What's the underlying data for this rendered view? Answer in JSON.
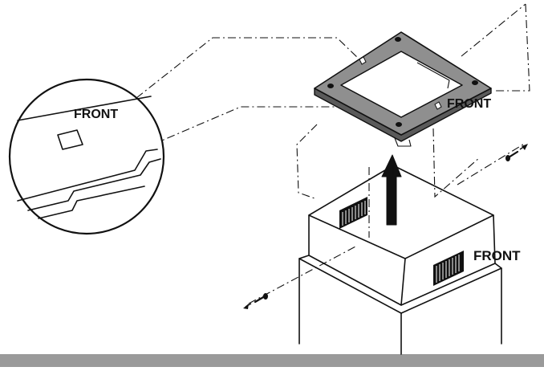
{
  "labels": {
    "detail_front": "FRONT",
    "plate_front": "FRONT",
    "chimney_front": "FRONT"
  },
  "colors": {
    "line": "#111111",
    "plate_fill": "#8f8f8f",
    "floor_bar": "#9a9a9a",
    "background": "#ffffff"
  },
  "icons": {
    "arrow": "arrow-up-icon",
    "screw": "screw-icon"
  }
}
